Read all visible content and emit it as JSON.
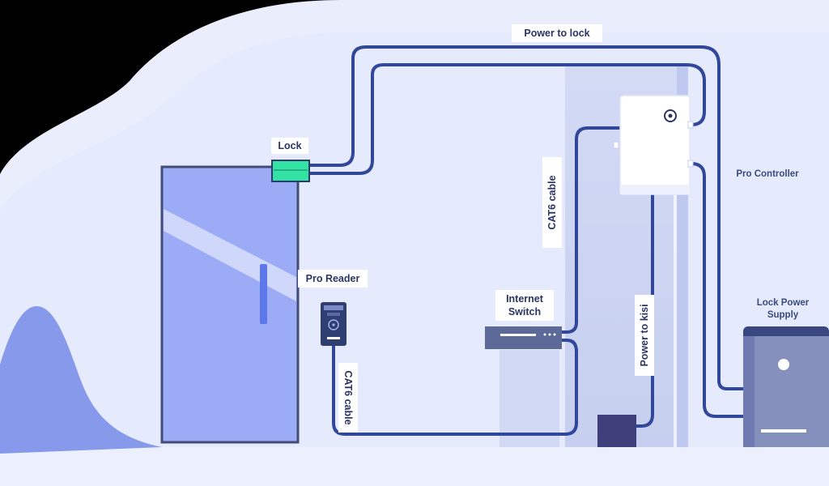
{
  "labels": {
    "power_to_lock": "Power to lock",
    "lock": "Lock",
    "pro_controller": "Pro Controller",
    "cat6_top": "CAT6 cable",
    "pro_reader": "Pro Reader",
    "internet_switch_line1": "Internet",
    "internet_switch_line2": "Switch",
    "power_to_kisi": "Power to kisi",
    "cat6_bottom": "CAT6 cable",
    "lock_power_supply_line1": "Lock Power",
    "lock_power_supply_line2": "Supply"
  },
  "colors": {
    "cable": "#33479a",
    "door": "#9cabf6",
    "lock": "#33e3a3",
    "background_blob": "#e6ebfb",
    "wall": "#c9d1f1",
    "controller": "#ffffff",
    "switch": "#5d6a97",
    "power_supply": "#8590bd"
  },
  "icons": {
    "controller_logo": "kisi-logo-icon",
    "reader_logo": "kisi-logo-icon"
  }
}
